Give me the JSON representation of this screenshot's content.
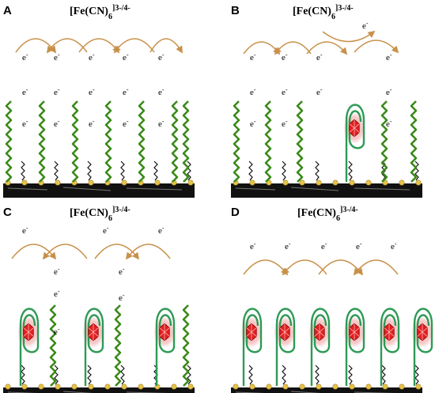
{
  "panels": [
    {
      "label": "A",
      "title_base": "[Fe(CN)",
      "title_sub": "6",
      "title_sup": "]3-/4-",
      "electron": "e",
      "electron_charge": "-"
    },
    {
      "label": "B",
      "title_base": "[Fe(CN)",
      "title_sub": "6",
      "title_sup": "]3-/4-",
      "electron": "e",
      "electron_charge": "-"
    },
    {
      "label": "C",
      "title_base": "[Fe(CN)",
      "title_sub": "6",
      "title_sup": "]3-/4-",
      "electron": "e",
      "electron_charge": "-"
    },
    {
      "label": "D",
      "title_base": "[Fe(CN)",
      "title_sub": "6",
      "title_sup": "]3-/4-",
      "electron": "e",
      "electron_charge": "-"
    }
  ],
  "colors": {
    "arrow": "#c8914a",
    "chain": "#3a8a1a",
    "aptamer": "#2e9a55",
    "protein": "#e02020",
    "protein_halo": "#f2b5b5",
    "gold": "#e6c34a",
    "electrode": "#111111"
  }
}
